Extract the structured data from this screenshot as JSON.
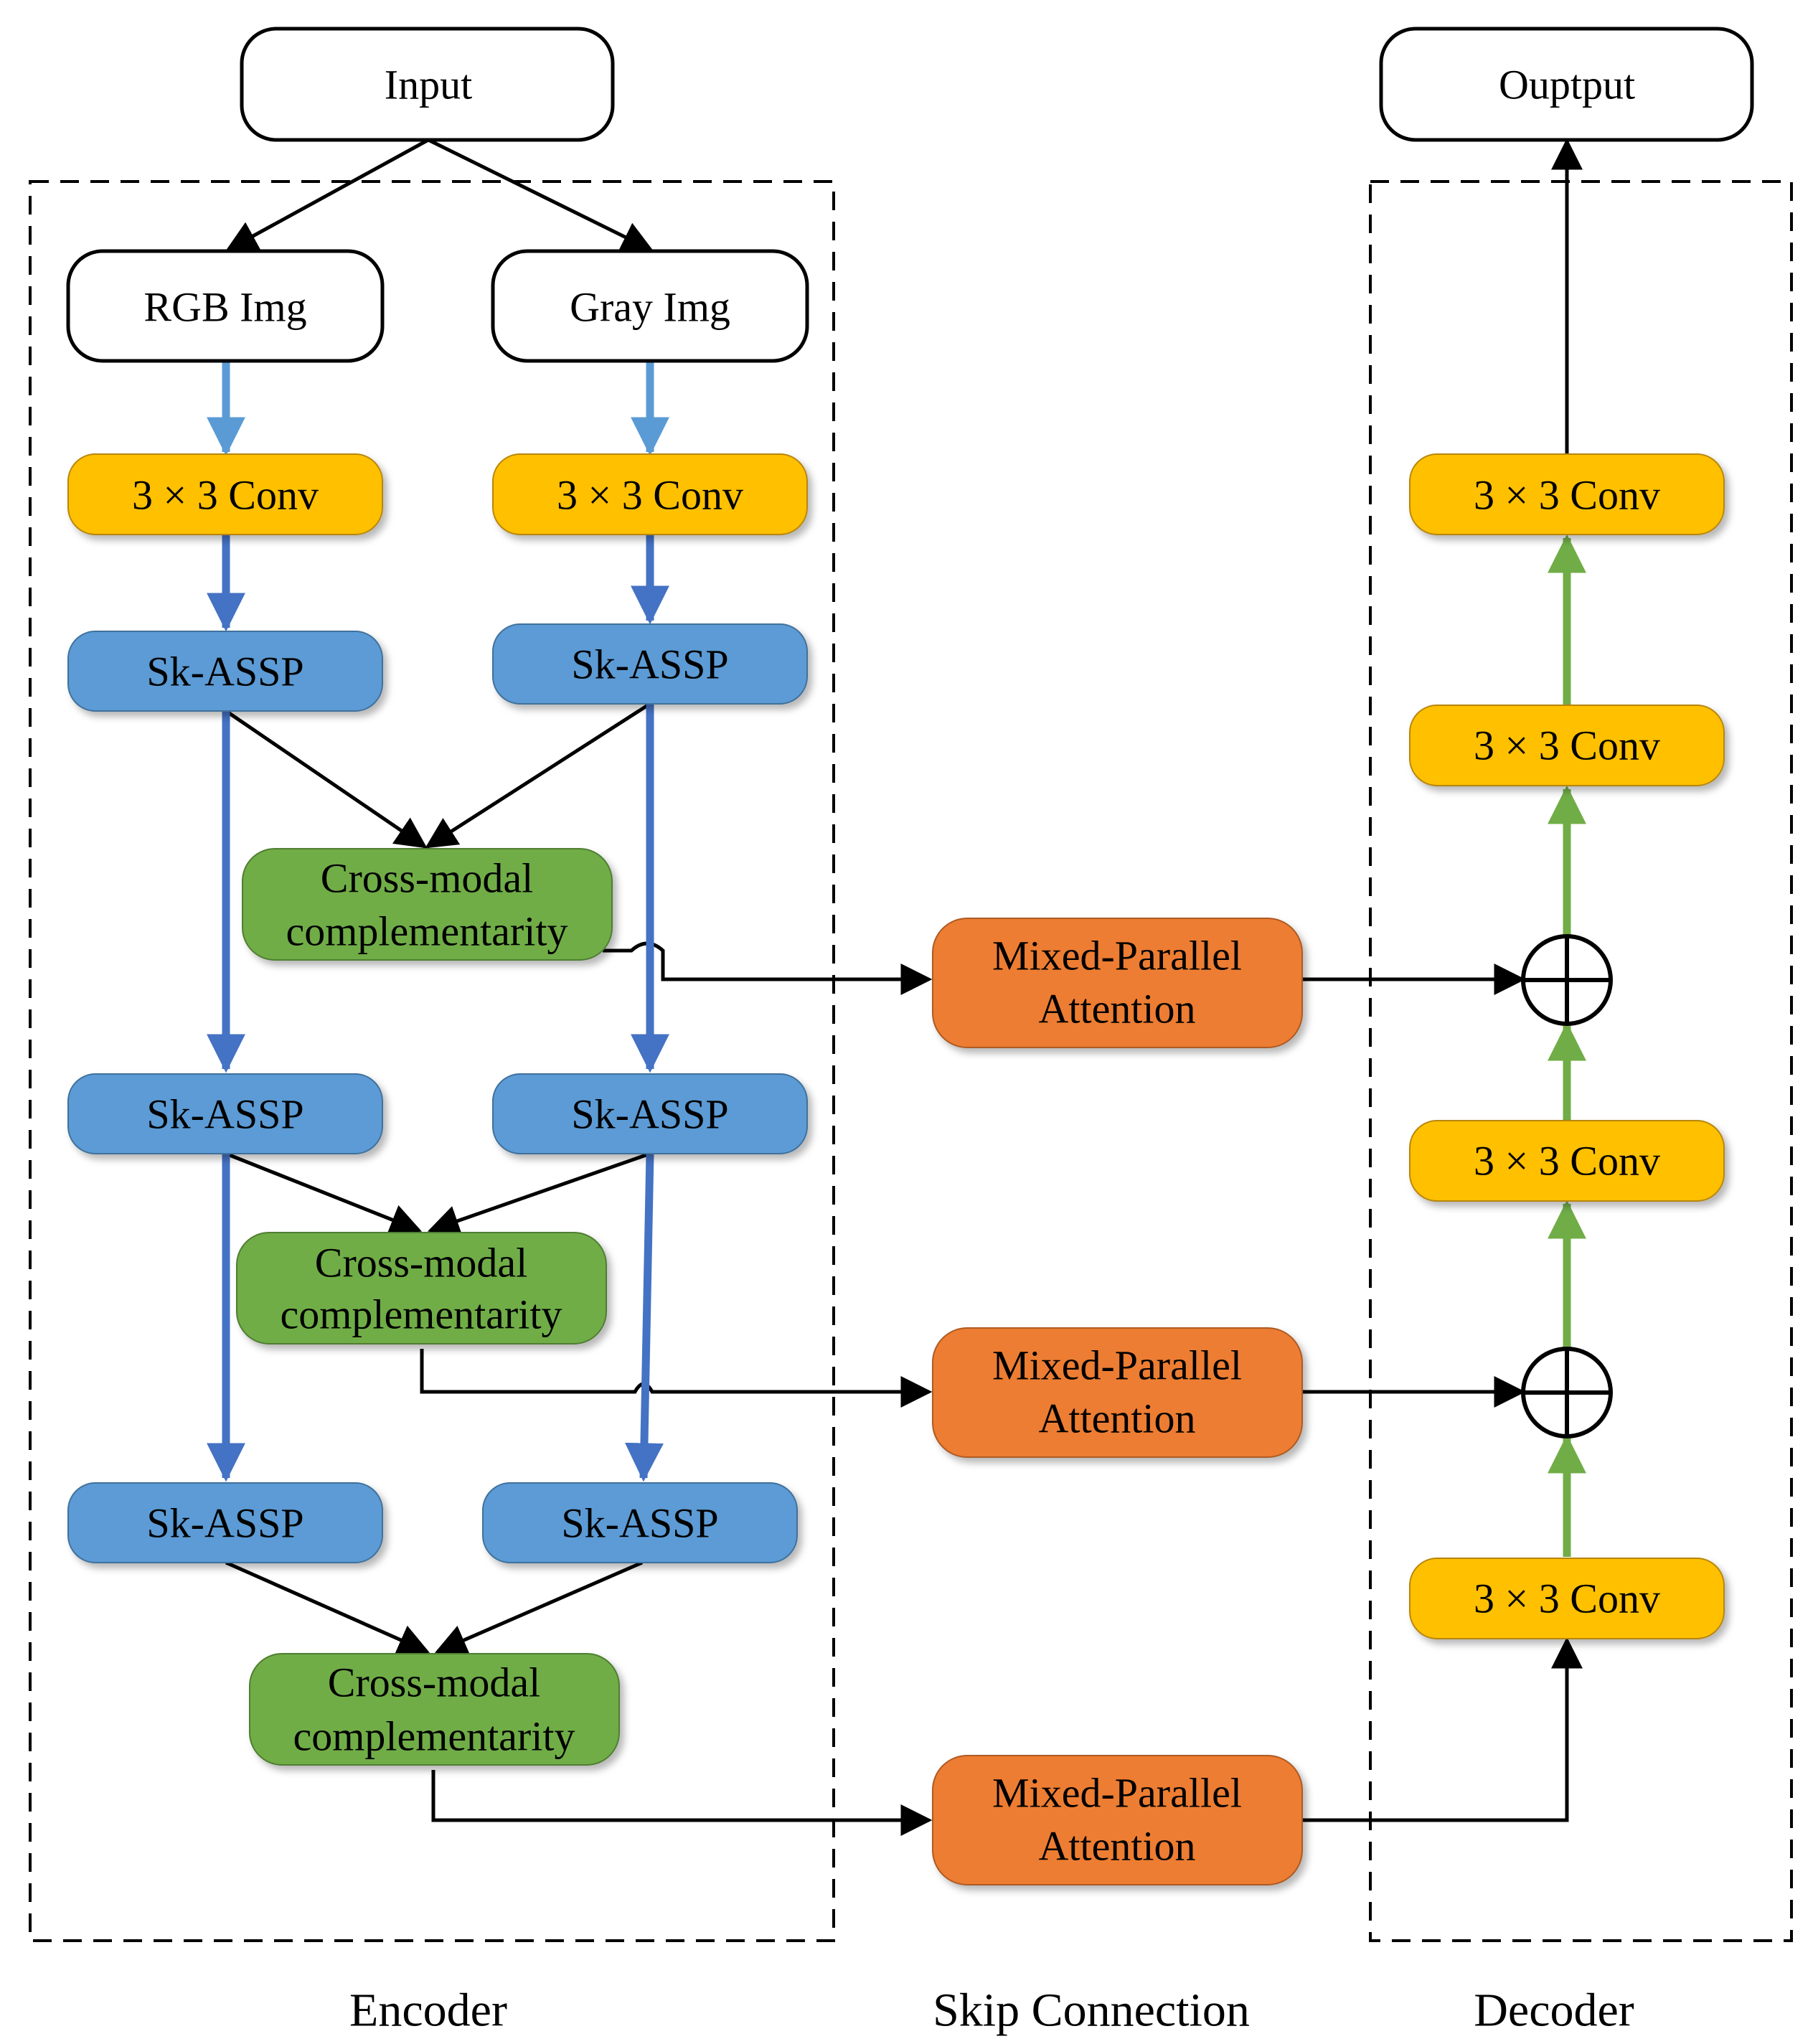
{
  "colors": {
    "conv": "#FFC000",
    "sk_assp": "#5B9BD5",
    "cross_modal": "#70AD47",
    "attention": "#ED7D31",
    "encoder_arrow_light": "#5B9BD5",
    "encoder_arrow_dark": "#4472C4",
    "decoder_arrow": "#70AD47"
  },
  "nodes": {
    "input": "Input",
    "output": "Ouptput",
    "rgb": "RGB Img",
    "gray": "Gray Img",
    "conv": "3 × 3 Conv",
    "sk": "Sk-ASSP",
    "cm_line1": "Cross-modal",
    "cm_line2": "complementarity",
    "mpa_line1": "Mixed-Parallel",
    "mpa_line2": "Attention"
  },
  "sections": {
    "encoder": "Encoder",
    "skip": "Skip Connection",
    "decoder": "Decoder"
  }
}
